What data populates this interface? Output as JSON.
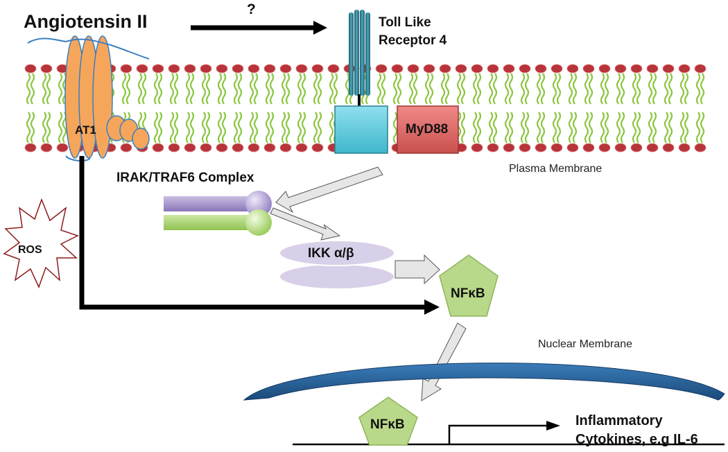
{
  "labels": {
    "angiotensin": "Angiotensin  II",
    "question": "?",
    "tlr4_line1": "Toll Like",
    "tlr4_line2": "Receptor 4",
    "at1": "AT1",
    "myd88": "MyD88",
    "plasma_membrane": "Plasma Membrane",
    "irak_traf6": "IRAK/TRAF6 Complex",
    "ros": "ROS",
    "ikk": "IKK α/β",
    "nfkb_cyto": "NFκB",
    "nuclear_membrane": "Nuclear Membrane",
    "nfkb_nuc": "NFκB",
    "cytokines_line1": "Inflammatory",
    "cytokines_line2": "Cytokines, e.g IL-6"
  },
  "colors": {
    "at1": "#f5a65b",
    "tlr4": "#2d7f8f",
    "cyan_box": "#5bc8dc",
    "myd88": "#d9605e",
    "lipid_head": "#b8333a",
    "lipid_tail": "#8cc63f",
    "purple": "#9b87c4",
    "green": "#9acd5a",
    "ikk": "#d8d0e8",
    "nfkb": "#b9d98a",
    "nucleus": "#1f5a8e",
    "ros_border": "#8b1a1a"
  }
}
